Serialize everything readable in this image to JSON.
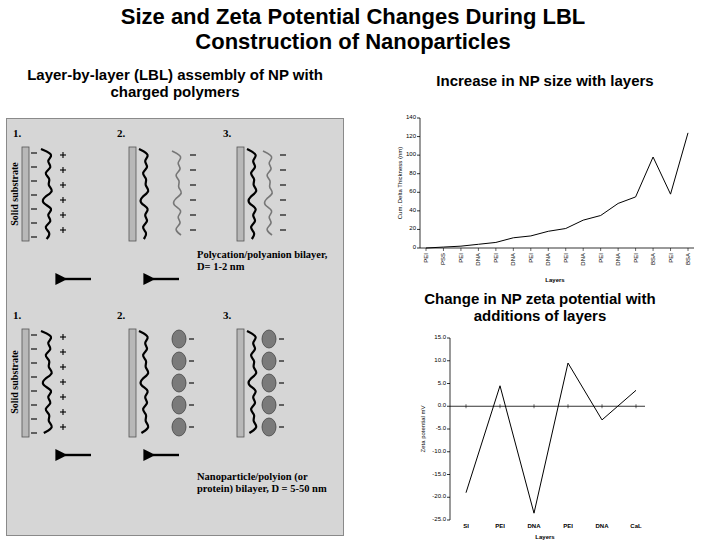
{
  "diagram": {
    "title": "Size and Zeta Potential Changes During LBL Construction of Nanoparticles",
    "nodes": [
      {
        "text": [
          "1.",
          "Solid substrate",
          "2.",
          "3.",
          "Polycation/polyanion bilayer, D= 1-2 nm",
          "1.",
          "Solid substrate",
          "2.",
          "3.",
          "Nanoparticle/polyion (or protein) bilayer, D = 5-50 nm"
        ]
      }
    ],
    "labels": [
      "Layer-by-layer (LBL) assembly of NP with charged polymers",
      "Increase in NP size with layers",
      "Change in NP zeta potential with additions of layers",
      "140",
      "120",
      "100",
      "80",
      "60",
      "40",
      "20",
      "0",
      "Cum. Delta Thickness (nm)",
      "PEI",
      "PSS",
      "PEI",
      "DNA",
      "PEI",
      "DNA",
      "PEI",
      "DNA",
      "PEI",
      "DNA",
      "PEI",
      "DNA",
      "PEI",
      "BSA",
      "PEI",
      "BSA",
      "Layers",
      "15.0",
      "10.0",
      "5.0",
      "0.0",
      "-5.0",
      "-10.0",
      "-15.0",
      "-20.0",
      "-25.0",
      "Zeta potential mV",
      "SI",
      "PEI",
      "DNA",
      "PEI",
      "DNA",
      "CaL",
      "Layers"
    ]
  }
}
